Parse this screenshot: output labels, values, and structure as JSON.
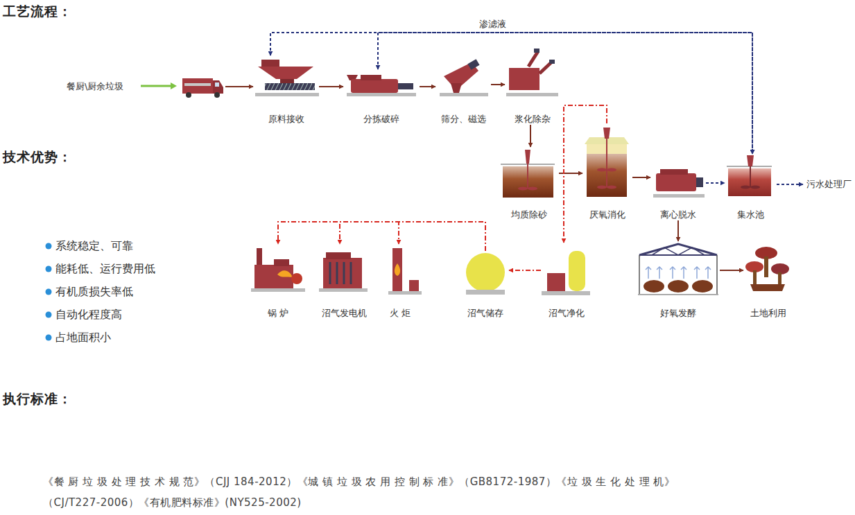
{
  "diagram": {
    "nodes": [
      {
        "text": [
          "餐厨\\厨余垃圾"
        ]
      },
      {
        "text": [
          "原料接收"
        ]
      },
      {
        "text": [
          "分拣破碎"
        ]
      },
      {
        "text": [
          "筛分、磁选"
        ]
      },
      {
        "text": [
          "浆化除杂"
        ]
      },
      {
        "text": [
          "均质除砂"
        ]
      },
      {
        "text": [
          "厌氧消化"
        ]
      },
      {
        "text": [
          "离心脱水"
        ]
      },
      {
        "text": [
          "集水池"
        ]
      },
      {
        "text": [
          "污水处理厂"
        ]
      },
      {
        "text": [
          "好氧发酵"
        ]
      },
      {
        "text": [
          "土地利用"
        ]
      },
      {
        "text": [
          "沼气净化"
        ]
      },
      {
        "text": [
          "沼气储存"
        ]
      },
      {
        "text": [
          "火 炬"
        ]
      },
      {
        "text": [
          "沼气发电机"
        ]
      },
      {
        "text": [
          "锅 炉"
        ]
      }
    ],
    "edges": [
      {
        "from": 0,
        "to": 1,
        "arrow": "to"
      },
      {
        "from": 1,
        "to": 2,
        "arrow": "to"
      },
      {
        "from": 2,
        "to": 3,
        "arrow": "to"
      },
      {
        "from": 3,
        "to": 4,
        "arrow": "to"
      },
      {
        "from": 4,
        "to": 5,
        "arrow": "to"
      },
      {
        "from": 5,
        "to": 6,
        "arrow": "to"
      },
      {
        "from": 6,
        "to": 7,
        "arrow": "to"
      },
      {
        "from": 7,
        "to": 8,
        "arrow": "to"
      },
      {
        "from": 8,
        "to": 9,
        "arrow": "to"
      },
      {
        "from": 7,
        "to": 10,
        "arrow": "to"
      },
      {
        "from": 10,
        "to": 11,
        "arrow": "to"
      },
      {
        "from": 6,
        "to": 12,
        "arrow": "to"
      },
      {
        "from": 12,
        "to": 13,
        "arrow": "to"
      },
      {
        "from": 13,
        "to": 16,
        "arrow": "to"
      },
      {
        "from": 13,
        "to": 15,
        "arrow": "to"
      },
      {
        "from": 13,
        "to": 14,
        "arrow": "to"
      },
      {
        "from": 1,
        "to": 8,
        "label": "渗滤液",
        "arrow": "both"
      },
      {
        "from": 2,
        "to": 8,
        "arrow": "both"
      }
    ],
    "labels": [
      "工艺流程：",
      "技术优势：",
      "系统稳定、可靠",
      "能耗低、运行费用低",
      "有机质损失率低",
      "自动化程度高",
      "占地面积小",
      "执行标准：",
      "《餐 厨 垃 圾 处 理 技 术 规 范》（CJJ 184-2012）《城 镇 垃 圾 农 用 控 制 标 准》（GB8172-1987）《垃 圾 生 化 处 理 机》",
      "（CJ/T227-2006）《有机肥料标准》(NY525-2002)"
    ]
  }
}
